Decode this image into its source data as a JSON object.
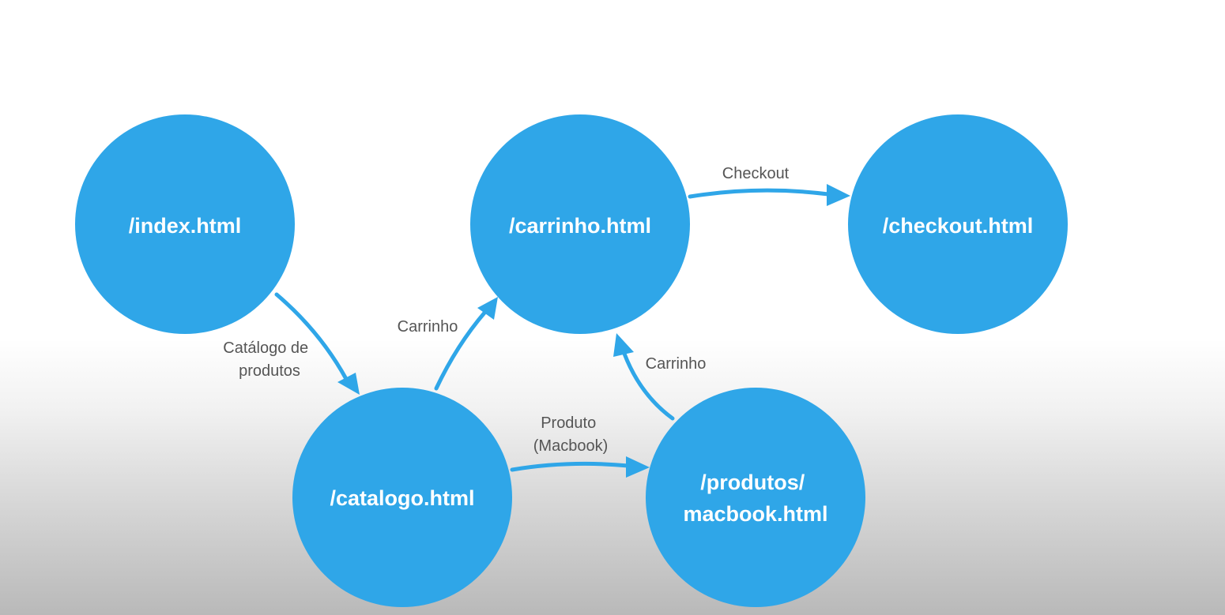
{
  "colors": {
    "node_fill": "#2fa6e8",
    "node_text": "#ffffff",
    "edge": "#2fa6e8",
    "edge_label": "#555555"
  },
  "nodes": {
    "index": {
      "label": "/index.html"
    },
    "carrinho": {
      "label": "/carrinho.html"
    },
    "checkout": {
      "label": "/checkout.html"
    },
    "catalogo": {
      "label": "/catalogo.html"
    },
    "produtos": {
      "label_line1": "/produtos/",
      "label_line2": "macbook.html"
    }
  },
  "edges": {
    "index_to_catalogo": {
      "from": "/index.html",
      "to": "/catalogo.html",
      "label_line1": "Catálogo de",
      "label_line2": "produtos"
    },
    "catalogo_to_carrinho": {
      "from": "/catalogo.html",
      "to": "/carrinho.html",
      "label": "Carrinho"
    },
    "carrinho_to_checkout": {
      "from": "/carrinho.html",
      "to": "/checkout.html",
      "label": "Checkout"
    },
    "catalogo_to_produtos": {
      "from": "/catalogo.html",
      "to": "/produtos/macbook.html",
      "label_line1": "Produto",
      "label_line2": "(Macbook)"
    },
    "produtos_to_carrinho": {
      "from": "/produtos/macbook.html",
      "to": "/carrinho.html",
      "label": "Carrinho"
    }
  }
}
